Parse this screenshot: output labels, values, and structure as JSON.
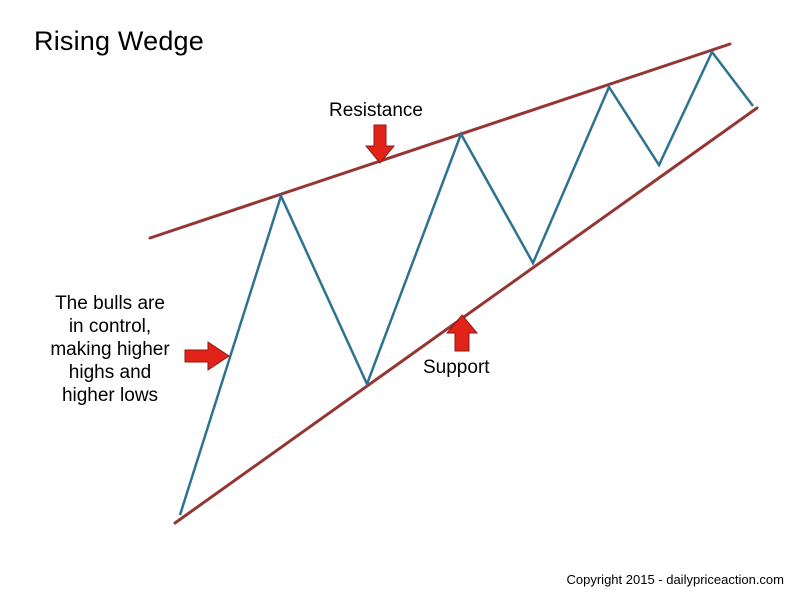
{
  "title": "Rising Wedge",
  "labels": {
    "resistance": "Resistance",
    "support": "Support",
    "bulls_note_lines": [
      "The bulls are",
      "in control,",
      "making higher",
      "highs and",
      "higher lows"
    ]
  },
  "footer": {
    "copyright": "Copyright 2015 - dailypriceaction.com"
  },
  "colors": {
    "background": "#ffffff",
    "text": "#000000",
    "trendline": "#943634",
    "price-line": "#2d7390",
    "arrow-fill": "#e2231a",
    "arrow-stroke": "#8b1a12"
  },
  "diagram": {
    "resistance_line_points": "150,238 730,44",
    "support_line_points": "175,523 757,108",
    "price_line_points": "180,515 281,196 367,384 461,134 533,263 609,87 659,165 712,52 753,106"
  }
}
